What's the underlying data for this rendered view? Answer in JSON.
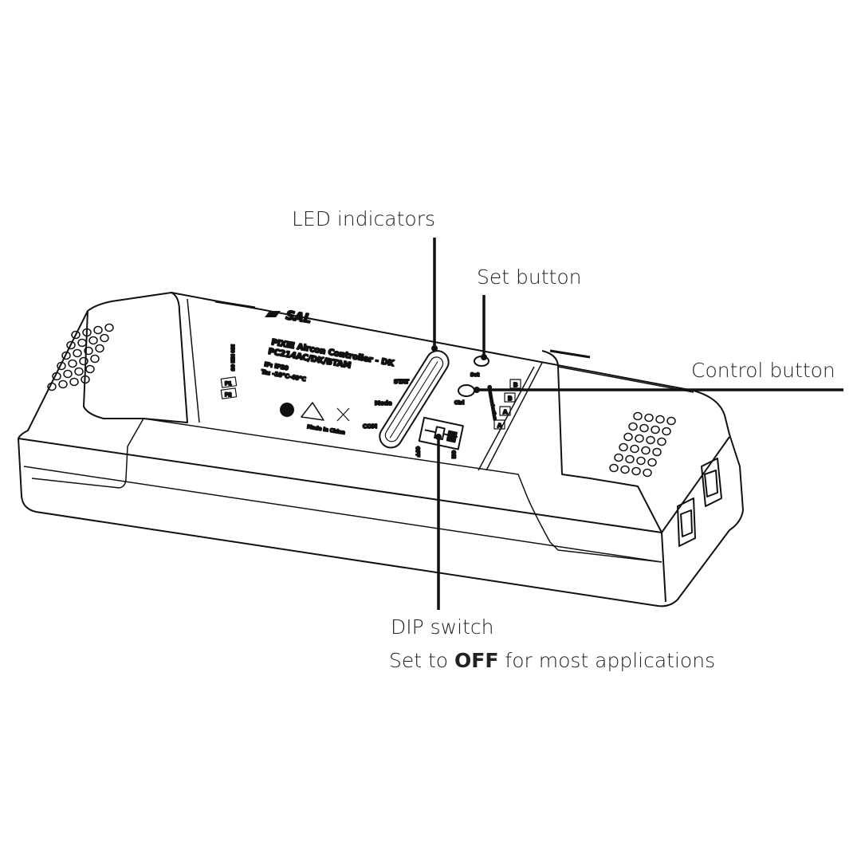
{
  "callouts": {
    "led": "LED indicators",
    "set": "Set button",
    "control": "Control button",
    "dip_title": "DIP switch",
    "dip_note_prefix": "Set to ",
    "dip_note_bold": "OFF",
    "dip_note_suffix": " for most applications"
  },
  "device": {
    "brand": "SAL",
    "product": "PIXIE Aircon Controller - DK",
    "model": "PC214AC/DK/BTAM",
    "ip": "IP: IP20",
    "ta": "Ta: -10°C-40°C",
    "origin": "Made in China",
    "led_labels": [
      "STAT",
      "Mode",
      "COM"
    ],
    "set_label": "Set",
    "ctrl_label": "Ctrl",
    "dip_off": "OFF",
    "dip_on": "ON",
    "left_terminal_title": "350 MIN OU",
    "left_terminals": [
      "P1",
      "P2"
    ],
    "right_terminal_title": "Communication",
    "right_terminals": [
      "B",
      "B",
      "A",
      "A"
    ]
  },
  "colors": {
    "line": "#111111",
    "text": "#222222"
  }
}
